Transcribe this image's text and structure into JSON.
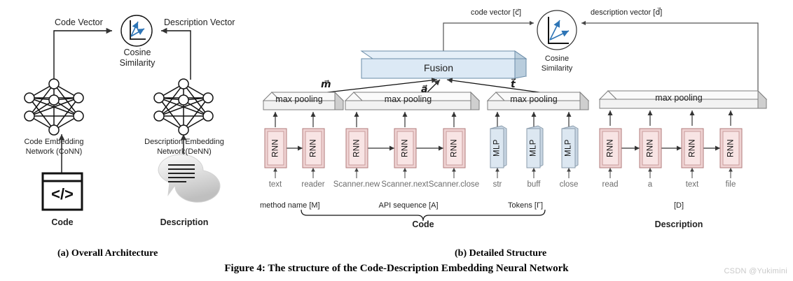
{
  "figure": {
    "caption": "Figure 4: The structure of the Code-Description Embedding Neural Network",
    "watermark": "CSDN @Yukimini",
    "subcaption_a": "(a) Overall Architecture",
    "subcaption_b": "(b) Detailed Structure"
  },
  "panel_a": {
    "code_vector_label": "Code Vector",
    "description_vector_label": "Description Vector",
    "cosine_line1": "Cosine",
    "cosine_line2": "Similarity",
    "code_network_line1": "Code Embedding",
    "code_network_line2": "Network (CoNN)",
    "desc_network_line1": "Description Embedding",
    "desc_network_line2": "Network(DeNN)",
    "code_icon_label": "Code",
    "description_icon_label": "Description"
  },
  "panel_b": {
    "code_vector_label": "code vector [c⃗]",
    "description_vector_label": "description vector [d⃗]",
    "cosine_line1": "Cosine",
    "cosine_line2": "Similarity",
    "fusion_label": "Fusion",
    "vector_m": "m⃗",
    "vector_a": "a⃗",
    "vector_t": "t⃗",
    "pooling_label": "max pooling",
    "pooling_layers": [
      {
        "name": "method-name-pooling",
        "label": "max pooling"
      },
      {
        "name": "api-sequence-pooling",
        "label": "max pooling"
      },
      {
        "name": "tokens-pooling",
        "label": "max pooling"
      },
      {
        "name": "description-pooling",
        "label": "max pooling"
      }
    ],
    "units": [
      {
        "type": "RNN",
        "input": "text",
        "group": "method-name"
      },
      {
        "type": "RNN",
        "input": "reader",
        "group": "method-name"
      },
      {
        "type": "RNN",
        "input": "Scanner.new",
        "group": "api-sequence"
      },
      {
        "type": "RNN",
        "input": "Scanner.next",
        "group": "api-sequence"
      },
      {
        "type": "RNN",
        "input": "Scanner.close",
        "group": "api-sequence"
      },
      {
        "type": "MLP",
        "input": "str",
        "group": "tokens"
      },
      {
        "type": "MLP",
        "input": "buff",
        "group": "tokens"
      },
      {
        "type": "MLP",
        "input": "close",
        "group": "tokens"
      },
      {
        "type": "RNN",
        "input": "read",
        "group": "description"
      },
      {
        "type": "RNN",
        "input": "a",
        "group": "description"
      },
      {
        "type": "RNN",
        "input": "text",
        "group": "description"
      },
      {
        "type": "RNN",
        "input": "file",
        "group": "description"
      }
    ],
    "group_labels": {
      "method_name": "method name [M]",
      "api_sequence": "API sequence [A]",
      "tokens": "Tokens [Γ]",
      "description_bracket": "[D]"
    },
    "code_group_label": "Code",
    "description_group_label": "Description"
  },
  "colors": {
    "rnn_fill": "#f5d6d6",
    "rnn_stroke": "#b07b7b",
    "mlp_fill": "#d6e3f0",
    "mlp_stroke": "#8a9bab",
    "fusion_fill": "#dce9f5",
    "fusion_stroke": "#6a8ca8",
    "pooling_fill": "#f2f2f2",
    "pooling_stroke": "#7d7d7d",
    "arrow": "#333333",
    "accent_blue": "#2e75b6",
    "watermark": "#c9c9c9"
  }
}
